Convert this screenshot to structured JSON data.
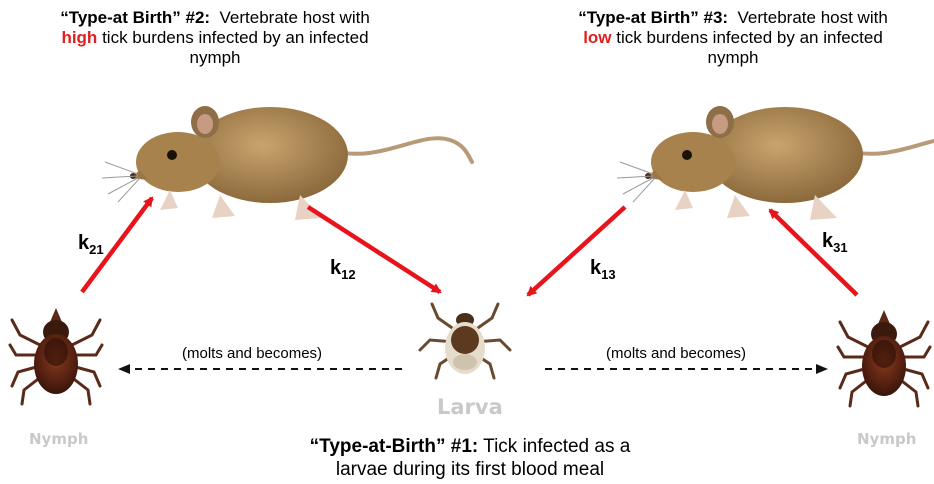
{
  "type2": {
    "title": "“Type-at Birth” #2:",
    "text_a": "Vertebrate host with",
    "highlight": "high",
    "text_b": "tick burdens infected by an infected",
    "text_c": "nymph"
  },
  "type3": {
    "title": "“Type-at Birth” #3:",
    "text_a": "Vertebrate host with",
    "highlight": "low",
    "text_b": "tick burdens infected by an infected",
    "text_c": "nymph"
  },
  "type1": {
    "title": "“Type-at-Birth” #1:",
    "text_a": "Tick infected as a",
    "text_b": "larvae during its first blood meal"
  },
  "rates": {
    "k21": {
      "k": "k",
      "sub": "21"
    },
    "k12": {
      "k": "k",
      "sub": "12"
    },
    "k13": {
      "k": "k",
      "sub": "13"
    },
    "k31": {
      "k": "k",
      "sub": "31"
    }
  },
  "molts_left": "(molts and becomes)",
  "molts_right": "(molts and becomes)",
  "labels": {
    "larva": "Larva",
    "nymph_left": "Nymph",
    "nymph_right": "Nymph"
  },
  "colors": {
    "arrow": "#e8141b",
    "highlight": "#e0201f",
    "mouse_body": "#b08a55",
    "tick_body": "#5a2414"
  },
  "icons": [
    "mouse-icon",
    "larva-tick-icon",
    "nymph-tick-icon"
  ]
}
